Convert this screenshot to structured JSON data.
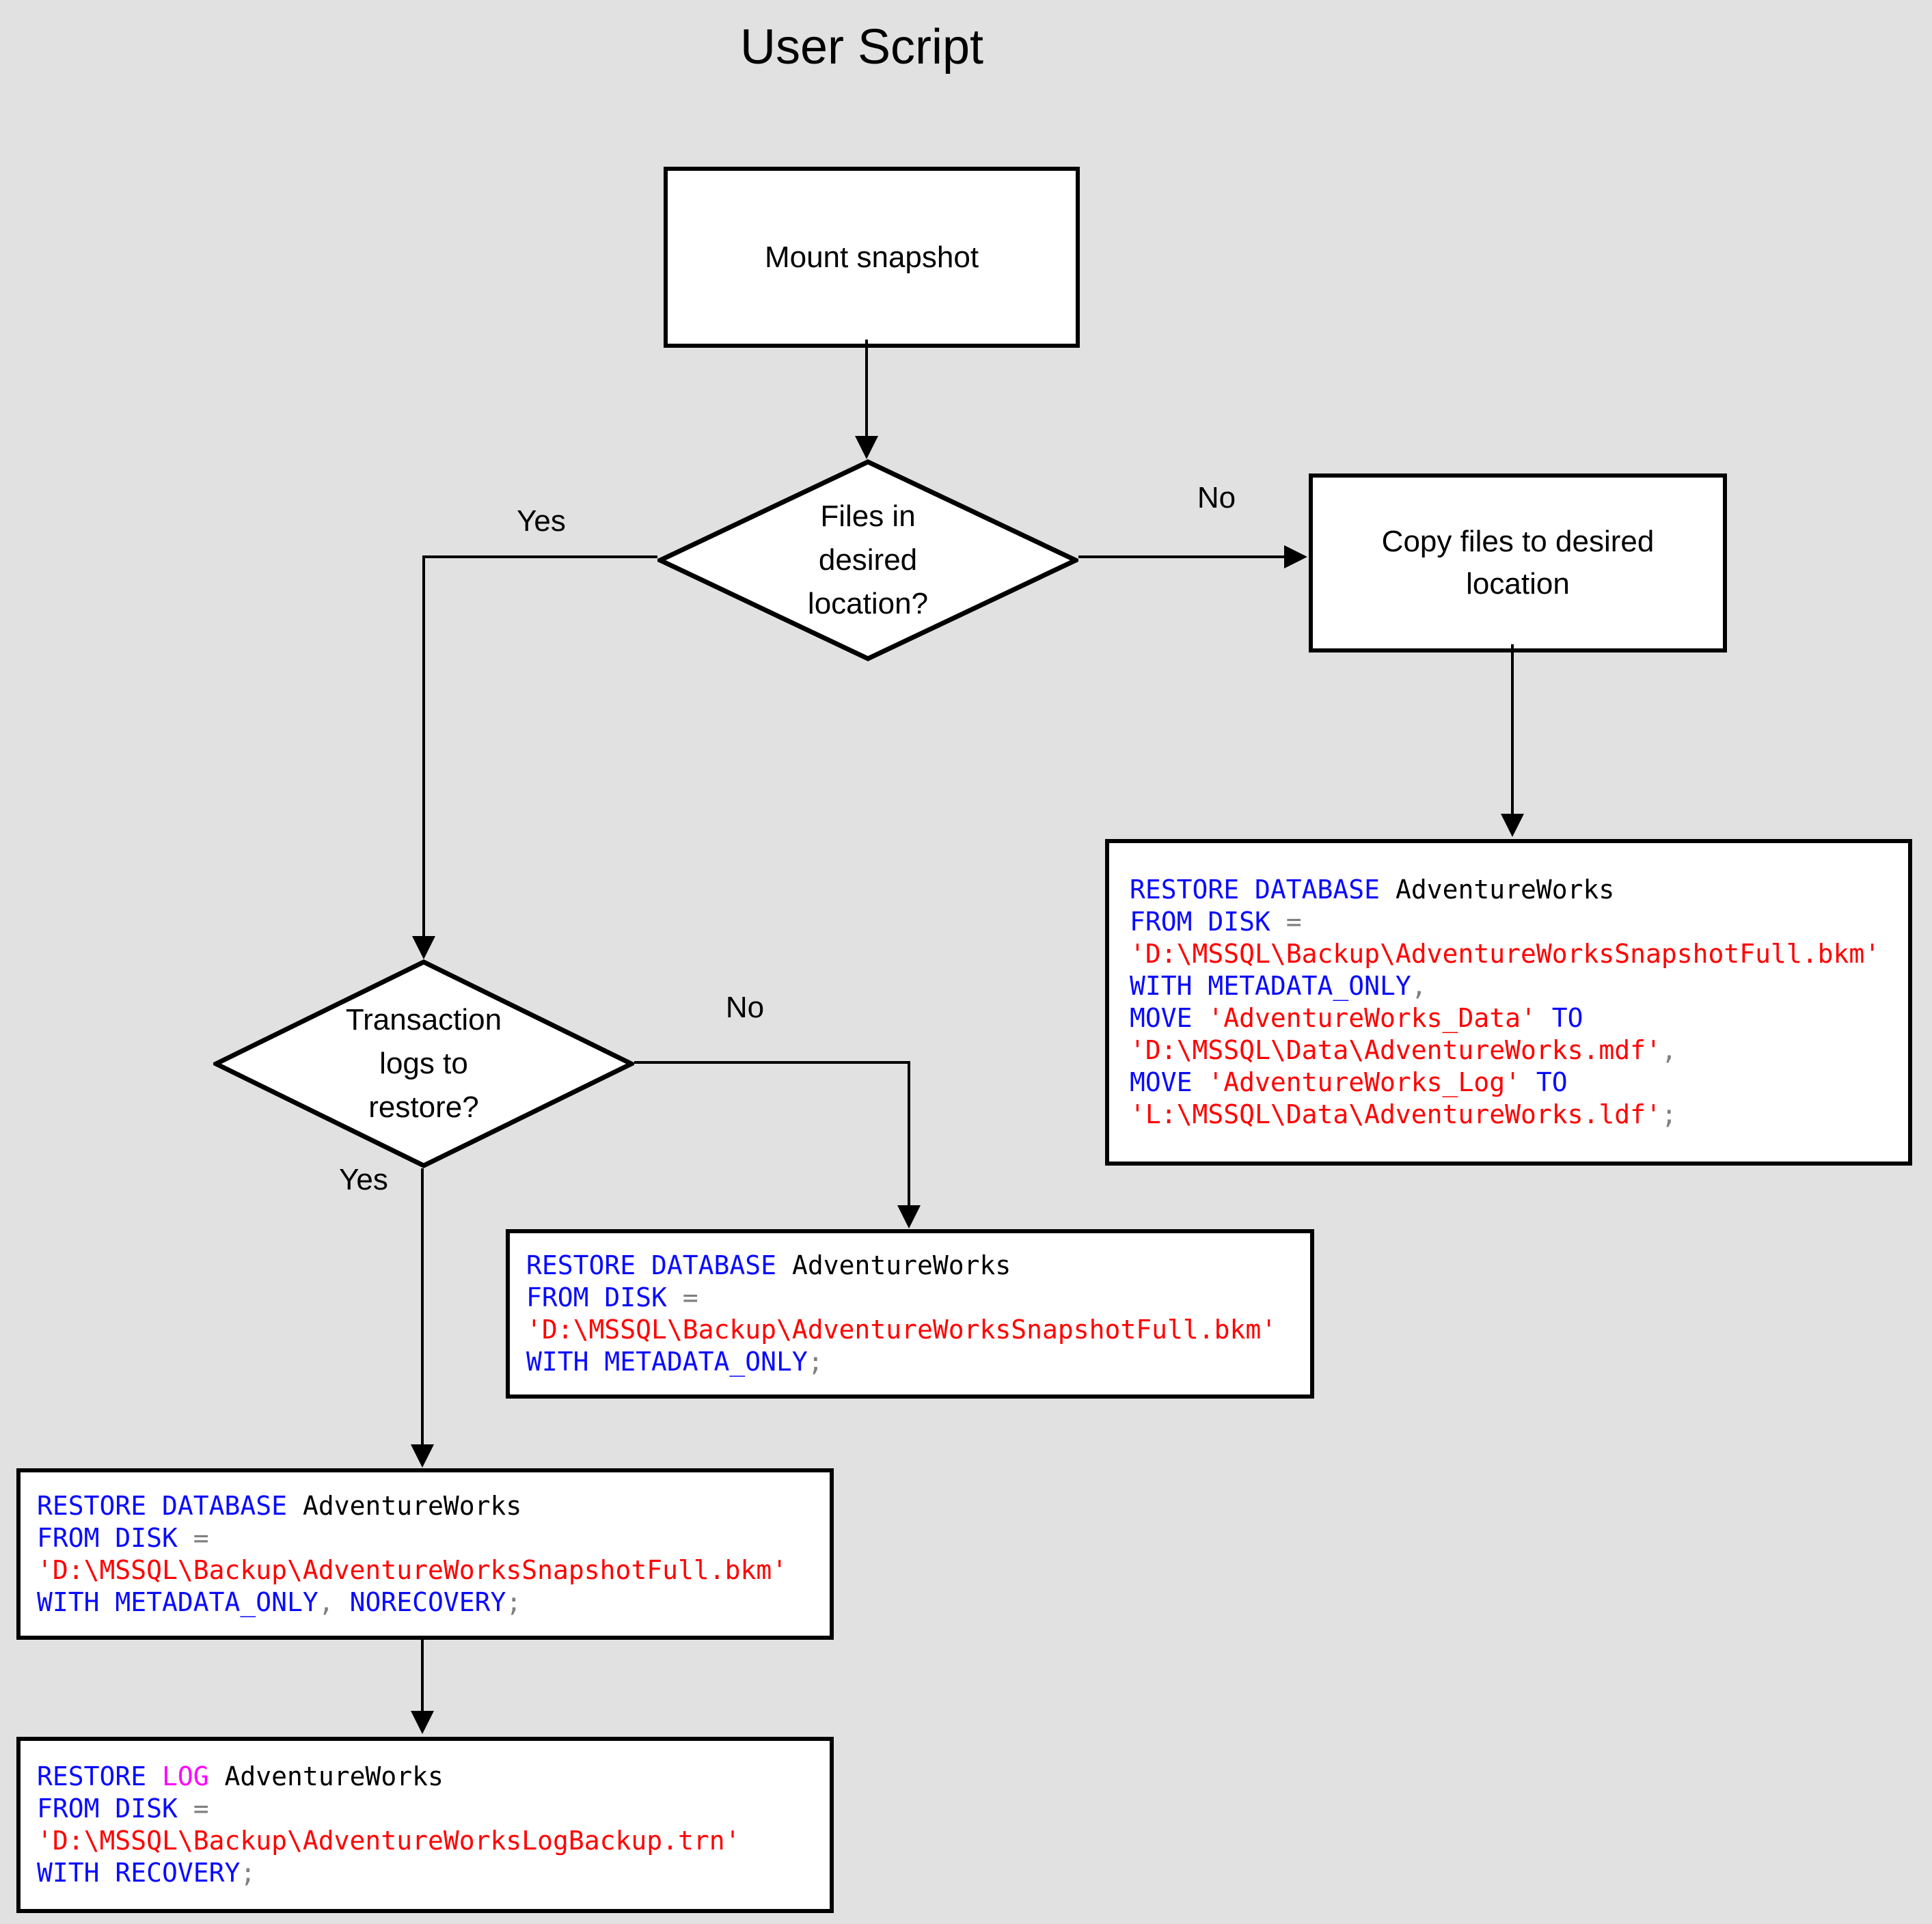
{
  "title": "User Script",
  "colors": {
    "background": "#e1e1e1",
    "node_fill": "#ffffff",
    "node_border": "#000000",
    "keyword": "#0a0aff",
    "log_keyword": "#ff00ff",
    "string": "#ff0000",
    "identifier": "#000000",
    "operator": "#808080"
  },
  "nodes": {
    "mount": {
      "label": "Mount snapshot"
    },
    "files_decision": {
      "lines": [
        "Files in",
        "desired",
        "location?"
      ]
    },
    "copy": {
      "lines": [
        "Copy files to desired",
        "location"
      ]
    },
    "tx_decision": {
      "lines": [
        "Transaction",
        "logs to",
        "restore?"
      ]
    }
  },
  "edge_labels": {
    "files_yes": "Yes",
    "files_no": "No",
    "tx_yes": "Yes",
    "tx_no": "No"
  },
  "code_blocks": {
    "restore_full_move": {
      "lines": [
        [
          {
            "t": "RESTORE DATABASE ",
            "c": "keyword"
          },
          {
            "t": "AdventureWorks",
            "c": "identifier"
          }
        ],
        [
          {
            "t": "FROM DISK ",
            "c": "keyword"
          },
          {
            "t": "=",
            "c": "operator"
          }
        ],
        [
          {
            "t": "'D:\\MSSQL\\Backup\\AdventureWorksSnapshotFull.bkm'",
            "c": "string"
          }
        ],
        [
          {
            "t": "WITH METADATA_ONLY",
            "c": "keyword"
          },
          {
            "t": ",",
            "c": "operator"
          }
        ],
        [
          {
            "t": "MOVE ",
            "c": "keyword"
          },
          {
            "t": "'AdventureWorks_Data'",
            "c": "string"
          },
          {
            "t": " TO",
            "c": "keyword"
          }
        ],
        [
          {
            "t": "'D:\\MSSQL\\Data\\AdventureWorks.mdf'",
            "c": "string"
          },
          {
            "t": ",",
            "c": "operator"
          }
        ],
        [
          {
            "t": "MOVE ",
            "c": "keyword"
          },
          {
            "t": "'AdventureWorks_Log'",
            "c": "string"
          },
          {
            "t": " TO",
            "c": "keyword"
          }
        ],
        [
          {
            "t": "'L:\\MSSQL\\Data\\AdventureWorks.ldf'",
            "c": "string"
          },
          {
            "t": ";",
            "c": "operator"
          }
        ]
      ]
    },
    "restore_metadata_only": {
      "lines": [
        [
          {
            "t": "RESTORE DATABASE ",
            "c": "keyword"
          },
          {
            "t": "AdventureWorks",
            "c": "identifier"
          }
        ],
        [
          {
            "t": "FROM DISK ",
            "c": "keyword"
          },
          {
            "t": "=",
            "c": "operator"
          }
        ],
        [
          {
            "t": "'D:\\MSSQL\\Backup\\AdventureWorksSnapshotFull.bkm'",
            "c": "string"
          }
        ],
        [
          {
            "t": "WITH METADATA_ONLY",
            "c": "keyword"
          },
          {
            "t": ";",
            "c": "operator"
          }
        ]
      ]
    },
    "restore_norecovery": {
      "lines": [
        [
          {
            "t": "RESTORE DATABASE ",
            "c": "keyword"
          },
          {
            "t": "AdventureWorks",
            "c": "identifier"
          }
        ],
        [
          {
            "t": "FROM DISK ",
            "c": "keyword"
          },
          {
            "t": "=",
            "c": "operator"
          }
        ],
        [
          {
            "t": "'D:\\MSSQL\\Backup\\AdventureWorksSnapshotFull.bkm'",
            "c": "string"
          }
        ],
        [
          {
            "t": "WITH METADATA_ONLY",
            "c": "keyword"
          },
          {
            "t": ", ",
            "c": "operator"
          },
          {
            "t": "NORECOVERY",
            "c": "keyword"
          },
          {
            "t": ";",
            "c": "operator"
          }
        ]
      ]
    },
    "restore_log": {
      "lines": [
        [
          {
            "t": "RESTORE ",
            "c": "keyword"
          },
          {
            "t": "LOG ",
            "c": "log_keyword"
          },
          {
            "t": "AdventureWorks",
            "c": "identifier"
          }
        ],
        [
          {
            "t": "FROM DISK ",
            "c": "keyword"
          },
          {
            "t": "=",
            "c": "operator"
          }
        ],
        [
          {
            "t": "'D:\\MSSQL\\Backup\\AdventureWorksLogBackup.trn'",
            "c": "string"
          }
        ],
        [
          {
            "t": "WITH RECOVERY",
            "c": "keyword"
          },
          {
            "t": ";",
            "c": "operator"
          }
        ]
      ]
    }
  }
}
